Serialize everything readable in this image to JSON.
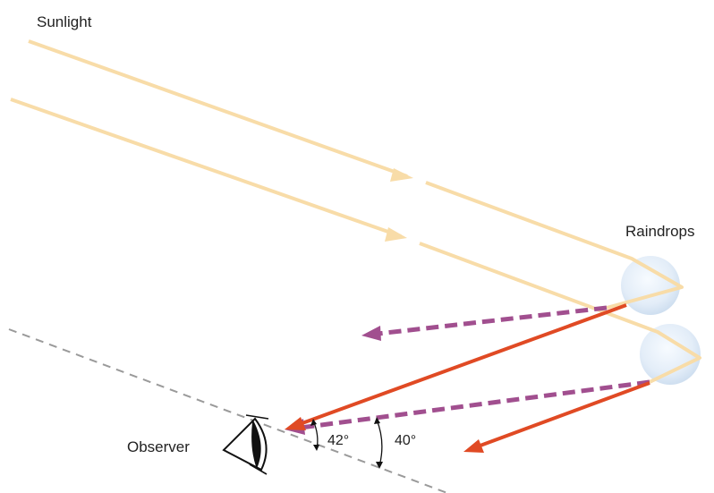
{
  "labels": {
    "sunlight": "Sunlight",
    "raindrops": "Raindrops",
    "observer": "Observer",
    "angle_red": "42°",
    "angle_violet": "40°"
  },
  "colors": {
    "sunlight": "#f8dca8",
    "red_ray": "#e04a24",
    "violet_ray": "#a14f8f",
    "horizon": "#9a9a9a",
    "raindrop": "#dde9f5",
    "eye": "#111111"
  },
  "icons": {
    "observer": "eye-icon"
  }
}
